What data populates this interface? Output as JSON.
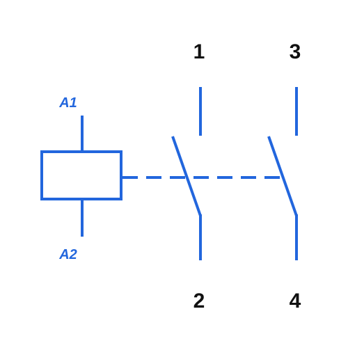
{
  "colors": {
    "symbol": "#2266DD",
    "terminal_text": "#111111",
    "background": "#FFFFFF"
  },
  "coil": {
    "top_terminal": "A1",
    "bottom_terminal": "A2"
  },
  "contacts": [
    {
      "top_terminal": "1",
      "bottom_terminal": "2"
    },
    {
      "top_terminal": "3",
      "bottom_terminal": "4"
    }
  ]
}
